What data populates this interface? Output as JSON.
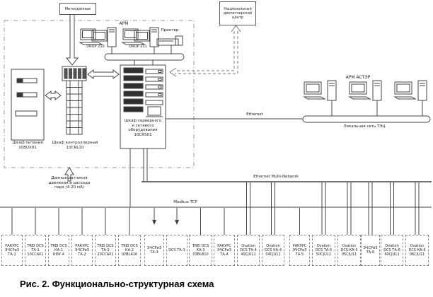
{
  "colors": {
    "line": "#444444",
    "dash": "#999999",
    "text": "#1a1a1a"
  },
  "meteo": {
    "label": "Метеоданные"
  },
  "ndc": {
    "lines": [
      "Национальный",
      "диспетчерский",
      "центр"
    ]
  },
  "arm": {
    "title": "АРМ",
    "stations": [
      "DROP 210",
      "DROP 211"
    ],
    "printer": "Принтер"
  },
  "cabinets": {
    "power": {
      "name": "Шкаф питания",
      "code": "10BUX01"
    },
    "controller": {
      "name": "Шкаф контроллерный",
      "code": "10CRL10"
    },
    "server": {
      "lines": [
        "Шкаф серверного",
        "и сетевого",
        "оборудования",
        "10CRS01"
      ]
    }
  },
  "right": {
    "arm_aster": "АРМ АСТЭР",
    "ethernet": "Ethernet",
    "lan": "Локальная сеть ТЭЦ"
  },
  "buses": {
    "ethernet_multi": "Ethernet Multi-Network",
    "modbus": "Modbus TCP"
  },
  "sensors_note": {
    "lines": [
      "Данные датчиков",
      "давления и расхода",
      "пара (4-20 мА)"
    ]
  },
  "controllers": [
    {
      "lines": [
        "РАКУРС",
        "ЭЧСРиЗ",
        "ТА-1"
      ],
      "bus": "modbus"
    },
    {
      "lines": [
        "TREI",
        "DCS",
        "ТА-1",
        "10ССА01"
      ],
      "bus": "modbus"
    },
    {
      "lines": [
        "TREI",
        "DCS",
        "КА-1",
        "КФУ-4"
      ],
      "bus": "modbus"
    },
    {
      "lines": [
        "РАКУРС",
        "ЭЧСРиЗ",
        "ТА-2"
      ],
      "bus": "modbus"
    },
    {
      "lines": [
        "TREI",
        "DCS",
        "ТА-2",
        "20ССА01"
      ],
      "bus": "modbus"
    },
    {
      "lines": [
        "TREI",
        "DCS",
        "КА-2",
        "02BLA10"
      ],
      "bus": "modbus"
    },
    {
      "lines": [
        "ЭЧСРиЗ",
        "ТА-3"
      ],
      "bus": "modbus-arrow"
    },
    {
      "lines": [
        "DCS",
        "ТА-3"
      ],
      "bus": "modbus-arrow"
    },
    {
      "lines": [
        "TREI",
        "DCS",
        "КА-3",
        "03BLB10"
      ],
      "bus": "modbus"
    },
    {
      "lines": [
        "РАКУРС",
        "ЭЧСРиЗ",
        "ТА-4"
      ],
      "bus": "modbus"
    },
    {
      "lines": [
        "Ovation",
        "DCS",
        "ТА-4",
        "40CJU11"
      ],
      "bus": "ethernet"
    },
    {
      "lines": [
        "Ovation",
        "DCS",
        "КА-4",
        "04CJU11"
      ],
      "bus": "ethernet"
    },
    {
      "lines": [
        "РАКУРС",
        "ЭЧСРиЗ",
        "ТА-5"
      ],
      "bus": "modbus"
    },
    {
      "lines": [
        "Ovation",
        "DCS",
        "ТА-5",
        "50CJU11"
      ],
      "bus": "ethernet"
    },
    {
      "lines": [
        "Ovation",
        "DCS",
        "КА-5",
        "05CJU11"
      ],
      "bus": "ethernet"
    },
    {
      "lines": [
        "ЭЧСРиЗ",
        "ТА-6"
      ],
      "bus": "ethernet"
    },
    {
      "lines": [
        "Ovation",
        "DCS",
        "ТА-6",
        "60CJU11"
      ],
      "bus": "ethernet"
    },
    {
      "lines": [
        "Ovation",
        "DCS",
        "КА-6",
        "06CJU11"
      ],
      "bus": "ethernet"
    }
  ],
  "caption": "Рис. 2. Функционально-структурная схема"
}
